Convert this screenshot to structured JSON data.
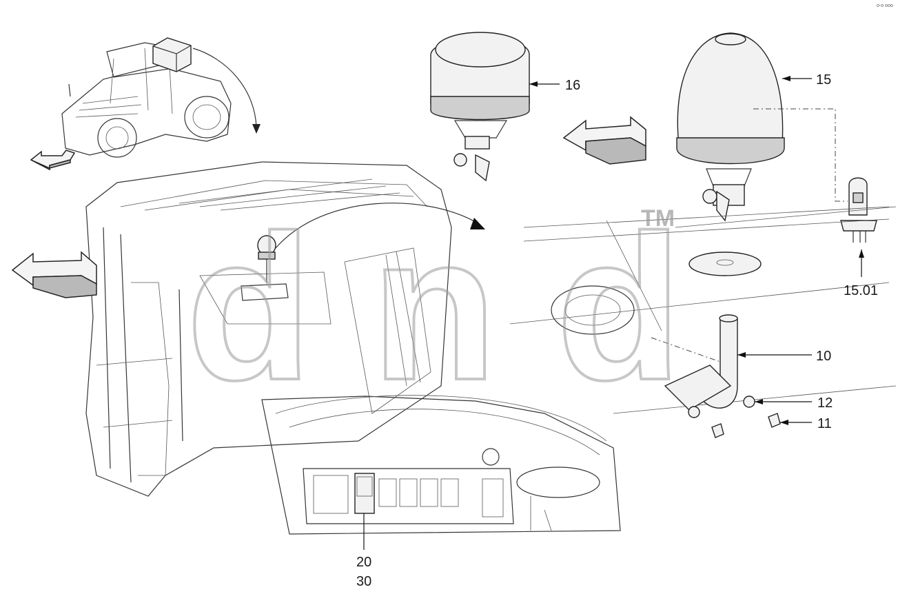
{
  "diagram": {
    "callouts": [
      {
        "id": "16",
        "text": "16"
      },
      {
        "id": "15",
        "text": "15"
      },
      {
        "id": "15.01",
        "text": "15.01"
      },
      {
        "id": "10",
        "text": "10"
      },
      {
        "id": "12",
        "text": "12"
      },
      {
        "id": "11",
        "text": "11"
      },
      {
        "id": "20",
        "text": "20"
      },
      {
        "id": "30",
        "text": "30"
      }
    ],
    "watermark": {
      "text": "dnd",
      "trademark": "TM"
    },
    "corner_mark": "o-o ooo"
  }
}
